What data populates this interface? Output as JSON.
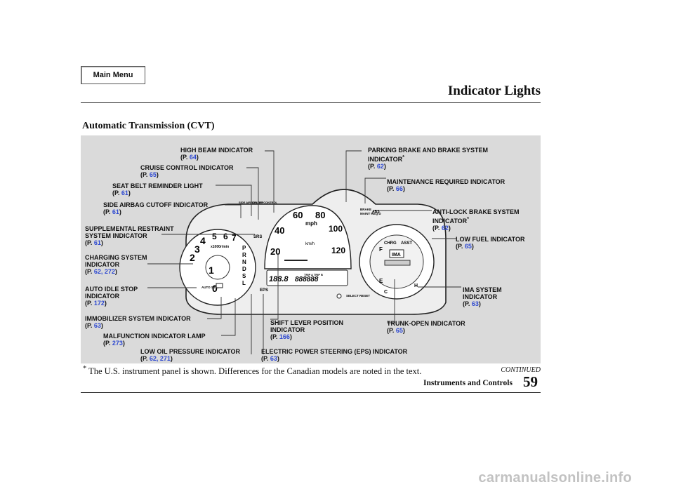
{
  "main_menu": "Main Menu",
  "title": "Indicator Lights",
  "subtitle": "Automatic Transmission (CVT)",
  "labels": {
    "high_beam": {
      "text": "HIGH BEAM INDICATOR",
      "page": "64"
    },
    "cruise": {
      "text": "CRUISE CONTROL INDICATOR",
      "page": "65"
    },
    "seat_belt": {
      "text": "SEAT BELT REMINDER LIGHT",
      "page": "61"
    },
    "side_airbag": {
      "text": "SIDE AIRBAG CUTOFF INDICATOR",
      "page": "61"
    },
    "srs": {
      "line1": "SUPPLEMENTAL RESTRAINT",
      "line2": "SYSTEM INDICATOR",
      "page": "61"
    },
    "charging": {
      "line1": "CHARGING SYSTEM",
      "line2": "INDICATOR",
      "page": "62, 272"
    },
    "auto_idle": {
      "line1": "AUTO IDLE STOP",
      "line2": "INDICATOR",
      "page": "172"
    },
    "immobilizer": {
      "text": "IMMOBILIZER SYSTEM INDICATOR",
      "page": "63"
    },
    "mil": {
      "text": "MALFUNCTION INDICATOR LAMP",
      "page": "273"
    },
    "low_oil": {
      "text": "LOW OIL PRESSURE INDICATOR",
      "page": "62, 271"
    },
    "parking_brake": {
      "line1": "PARKING BRAKE AND BRAKE SYSTEM",
      "line2": "INDICATOR",
      "page": "62"
    },
    "maintenance": {
      "text": "MAINTENANCE REQUIRED INDICATOR",
      "page": "66"
    },
    "abs": {
      "line1": "ANTI-LOCK BRAKE SYSTEM",
      "line2": "INDICATOR",
      "page": "62"
    },
    "low_fuel": {
      "text": "LOW FUEL INDICATOR",
      "page": "65"
    },
    "ima": {
      "line1": "IMA SYSTEM",
      "line2": "INDICATOR",
      "page": "63"
    },
    "trunk": {
      "text": "TRUNK-OPEN INDICATOR",
      "page": "65"
    },
    "shift": {
      "line1": "SHIFT LEVER POSITION",
      "line2": "INDICATOR",
      "page": "166"
    },
    "eps": {
      "text": "ELECTRIC POWER STEERING (EPS) INDICATOR",
      "page": "63"
    }
  },
  "ref_prefix": "(P. ",
  "ref_suffix": ")",
  "asterisk": "*",
  "gauge": {
    "mph": "mph",
    "kmh": "km/h",
    "rpm_unit": "x1000r/min",
    "speeds": [
      "20",
      "40",
      "60",
      "80",
      "100",
      "120"
    ],
    "rpm": [
      "0",
      "1",
      "2",
      "3",
      "4",
      "5",
      "6",
      "7"
    ],
    "gears": [
      "P",
      "R",
      "N",
      "D",
      "S",
      "L"
    ],
    "odo": "188.8",
    "odo_digits": "888888",
    "trip": "TRIP A  TRIP B",
    "select_reset": "SELECT RESET",
    "brake": "BRAKE",
    "maint": "MAINT REQ'D",
    "abs_tag": "ABS",
    "srs_tag": "SRS",
    "eps_tag": "EPS",
    "ima_tag": "IMA",
    "fuel_f": "F",
    "fuel_e": "E",
    "temp_c": "C",
    "temp_h": "H",
    "chrg": "CHRG",
    "asst": "ASST",
    "auto_stop": "AUTO STOP",
    "cruise_tag": "CRUISE CONTROL",
    "side_airbag_tag": "SIDE AIRBAG OFF"
  },
  "footnote": "The U.S. instrument panel is shown. Differences for the Canadian models are noted in the text.",
  "continued": "CONTINUED",
  "section": "Instruments and Controls",
  "page_number": "59",
  "watermark": "carmanualsonline.info"
}
